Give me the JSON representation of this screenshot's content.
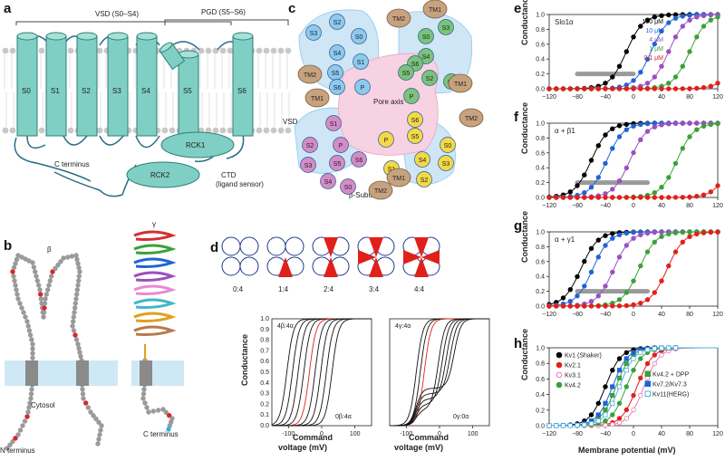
{
  "panels": {
    "a": {
      "label": "a",
      "vsd_label": "VSD (S0–S4)",
      "pgd_label": "PGD (S5–S6)",
      "segments": [
        "S0",
        "S1",
        "S2",
        "S3",
        "S4",
        "S5",
        "S6"
      ],
      "rck1": "RCK1",
      "rck2": "RCK2",
      "cterm": "C terminus",
      "ctd_line1": "CTD",
      "ctd_line2": "(ligand sensor)"
    },
    "b": {
      "label": "b",
      "beta": "β",
      "gamma": "γ",
      "cytosol": "Cytosol",
      "nterm": "N terminus",
      "cterm": "C terminus"
    },
    "c": {
      "label": "c",
      "pore_axis": "Pore axis",
      "vsd": "VSD",
      "beta_subunit": "β-Subunit",
      "circles": [
        {
          "t": "S3",
          "c": "blue"
        },
        {
          "t": "S2",
          "c": "blue"
        },
        {
          "t": "S0",
          "c": "blue"
        },
        {
          "t": "S4",
          "c": "blue"
        },
        {
          "t": "S1",
          "c": "blue"
        },
        {
          "t": "S5",
          "c": "blue"
        },
        {
          "t": "S6",
          "c": "blue"
        },
        {
          "t": "P",
          "c": "blue"
        },
        {
          "t": "S0",
          "c": "green"
        },
        {
          "t": "S4",
          "c": "green"
        },
        {
          "t": "S3",
          "c": "green"
        },
        {
          "t": "S6",
          "c": "green"
        },
        {
          "t": "S1",
          "c": "green"
        },
        {
          "t": "S2",
          "c": "green"
        },
        {
          "t": "P",
          "c": "green"
        },
        {
          "t": "S5",
          "c": "green"
        },
        {
          "t": "S1",
          "c": "purple"
        },
        {
          "t": "S2",
          "c": "purple"
        },
        {
          "t": "P",
          "c": "purple"
        },
        {
          "t": "S5",
          "c": "purple"
        },
        {
          "t": "S6",
          "c": "purple"
        },
        {
          "t": "S3",
          "c": "purple"
        },
        {
          "t": "S4",
          "c": "purple"
        },
        {
          "t": "S0",
          "c": "purple"
        },
        {
          "t": "S6",
          "c": "yellow"
        },
        {
          "t": "S5",
          "c": "yellow"
        },
        {
          "t": "P",
          "c": "yellow"
        },
        {
          "t": "S4",
          "c": "yellow"
        },
        {
          "t": "S1",
          "c": "yellow"
        },
        {
          "t": "S3",
          "c": "yellow"
        },
        {
          "t": "S2",
          "c": "yellow"
        },
        {
          "t": "S0",
          "c": "yellow"
        },
        {
          "t": "TM2",
          "c": "tan"
        },
        {
          "t": "TM1",
          "c": "tan"
        },
        {
          "t": "TM2",
          "c": "tan"
        },
        {
          "t": "TM1",
          "c": "tan"
        },
        {
          "t": "TM1",
          "c": "tan"
        },
        {
          "t": "TM2",
          "c": "tan"
        },
        {
          "t": "TM2",
          "c": "tan"
        },
        {
          "t": "TM1",
          "c": "tan"
        }
      ]
    },
    "d": {
      "label": "d",
      "stoich": [
        "0:4",
        "1:4",
        "2:4",
        "3:4",
        "4:4"
      ],
      "left_plot": {
        "top_label": "4β:4α",
        "bottom_label": "0β:4α",
        "xlabel": "Command voltage (mV)",
        "xlabel1": "Command",
        "xlabel2": "voltage (mV)",
        "ylabel": "Conductance",
        "xticks": [
          "-100",
          "0",
          "100"
        ],
        "yticks": [
          "0.0",
          "0.1",
          "0.2",
          "0.3",
          "0.4",
          "0.5",
          "0.6",
          "0.7",
          "0.8",
          "0.9",
          "1.0"
        ]
      },
      "right_plot": {
        "top_label": "4γ:4α",
        "bottom_label": "0γ:0α",
        "xlabel": "Command voltage (mV)",
        "xlabel1": "Command",
        "xlabel2": "voltage (mV)",
        "xticks": [
          "-100",
          "0",
          "100"
        ]
      }
    },
    "e": {
      "label": "e",
      "title": "Slo1α",
      "legend": [
        {
          "text": "100 μM",
          "color": "#000000"
        },
        {
          "text": "10 μM",
          "color": "#1f63d6"
        },
        {
          "text": "4 μM",
          "color": "#9b4fc0"
        },
        {
          "text": "1 μM",
          "color": "#3aa13a"
        },
        {
          "text": "0.1 μM",
          "color": "#e0201b"
        }
      ]
    },
    "f": {
      "label": "f",
      "title": "α + β1"
    },
    "g": {
      "label": "g",
      "title": "α + γ1"
    },
    "h": {
      "label": "h",
      "legend_left": [
        {
          "text": "Kv1 (Shaker)",
          "color": "#000000"
        },
        {
          "text": "Kv2.1",
          "color": "#e0201b"
        },
        {
          "text": "Kv3.1",
          "color": "#e87ab0"
        },
        {
          "text": "Kv4.2",
          "color": "#3aa13a"
        }
      ],
      "legend_right": [
        {
          "text": "Kv4.2 + DPP",
          "color": "#3aa13a"
        },
        {
          "text": "Kv7.2/Kv7.3",
          "color": "#1f63d6"
        },
        {
          "text": "Kv11(HERG)",
          "color": "#4fb0e0"
        }
      ],
      "xlabel": "Membrane potential (mV)"
    },
    "shared_axes": {
      "ylabel": "Conductance",
      "yticks": [
        "0.0",
        "0.2",
        "0.4",
        "0.6",
        "0.8",
        "1.0"
      ],
      "xticks_efg": [
        "−120",
        "−80",
        "−40",
        "0",
        "40",
        "80",
        "120"
      ],
      "xticks_h": [
        "−120",
        "−80",
        "−40",
        "0",
        "40",
        "80",
        "120"
      ]
    }
  },
  "chart_data": [
    {
      "type": "line",
      "title": "Slo1α",
      "xlabel": "",
      "ylabel": "Conductance",
      "xlim": [
        -120,
        120
      ],
      "ylim": [
        0,
        1
      ],
      "series": [
        {
          "name": "100 μM",
          "v_half": -10,
          "color": "#000000"
        },
        {
          "name": "10 μM",
          "v_half": 25,
          "color": "#1f63d6"
        },
        {
          "name": "4 μM",
          "v_half": 50,
          "color": "#9b4fc0"
        },
        {
          "name": "1 μM",
          "v_half": 80,
          "color": "#3aa13a"
        },
        {
          "name": "0.1 μM",
          "v_half": 150,
          "color": "#e0201b"
        }
      ]
    },
    {
      "type": "line",
      "title": "α + β1",
      "ylabel": "Conductance",
      "xlim": [
        -120,
        120
      ],
      "ylim": [
        0,
        1
      ],
      "series": [
        {
          "v_half": -60,
          "color": "#000000"
        },
        {
          "v_half": -38,
          "color": "#1f63d6"
        },
        {
          "v_half": -5,
          "color": "#9b4fc0"
        },
        {
          "v_half": 62,
          "color": "#3aa13a"
        },
        {
          "v_half": 140,
          "color": "#e0201b"
        }
      ]
    },
    {
      "type": "line",
      "title": "α + γ1",
      "ylabel": "Conductance",
      "xlim": [
        -120,
        120
      ],
      "ylim": [
        0,
        1
      ],
      "series": [
        {
          "v_half": -75,
          "color": "#000000"
        },
        {
          "v_half": -58,
          "color": "#1f63d6"
        },
        {
          "v_half": -28,
          "color": "#9b4fc0"
        },
        {
          "v_half": 8,
          "color": "#3aa13a"
        },
        {
          "v_half": 48,
          "color": "#e0201b"
        }
      ]
    },
    {
      "type": "line",
      "xlabel": "Membrane potential (mV)",
      "ylabel": "Conductance",
      "xlim": [
        -120,
        120
      ],
      "ylim": [
        0,
        1
      ],
      "series": [
        {
          "name": "Kv1 (Shaker)",
          "v_half": -40,
          "color": "#000000"
        },
        {
          "name": "Kv2.1",
          "v_half": 5,
          "color": "#e0201b"
        },
        {
          "name": "Kv3.1",
          "v_half": 15,
          "color": "#e87ab0"
        },
        {
          "name": "Kv4.2",
          "v_half": -10,
          "color": "#3aa13a"
        },
        {
          "name": "Kv4.2 + DPP",
          "v_half": -25,
          "color": "#3aa13a"
        },
        {
          "name": "Kv7.2/Kv7.3",
          "v_half": -30,
          "color": "#1f63d6"
        },
        {
          "name": "Kv11(HERG)",
          "v_half": -20,
          "color": "#4fb0e0"
        }
      ]
    }
  ],
  "colors": {
    "helix_fill": "#7fcfc4",
    "helix_stroke": "#2e7f77",
    "membrane": "#c8c8c8",
    "cytosol": "#cfe8f6",
    "bead": "#9a9a9a",
    "bead_red": "#d8262a",
    "blue_fill": "#8ec9ef",
    "green_fill": "#79c37a",
    "purple_fill": "#d38cc7",
    "yellow_fill": "#f3d948",
    "tan_fill": "#c6a27e",
    "stoich_red": "#e0201b"
  }
}
